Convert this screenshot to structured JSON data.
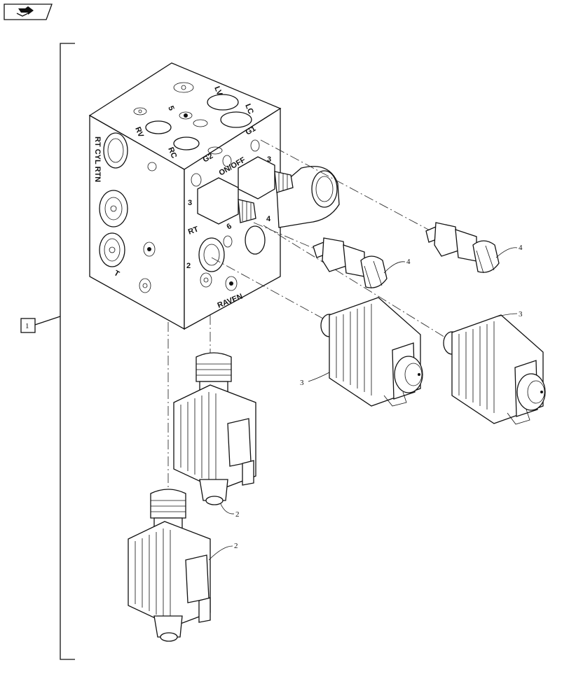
{
  "nav": {
    "icon": "book-arrow-icon"
  },
  "assembly_label": "1",
  "port_labels": {
    "lv": "LV",
    "lc": "LC",
    "rv": "RV",
    "rc": "RC",
    "p5": "5",
    "g1": "G1",
    "g2": "G2",
    "onoff": "ON/OFF",
    "p3a": "3",
    "p3b": "3",
    "rt": "RT",
    "p6": "6",
    "p4": "4",
    "p2": "2",
    "raven": "RAVEN",
    "rtcyl": "RT CYL RTN",
    "t": "T"
  },
  "callouts": {
    "c2a": "2",
    "c2b": "2",
    "c3a": "3",
    "c3b": "3",
    "c4a": "4",
    "c4b": "4"
  },
  "colors": {
    "line": "#111111",
    "background": "#ffffff"
  }
}
